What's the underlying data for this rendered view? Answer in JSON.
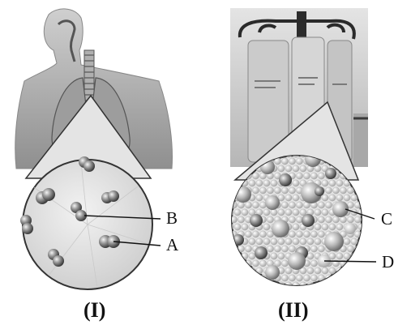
{
  "figure": {
    "panels": [
      {
        "caption": "(I)",
        "scene": "human-respiratory-system",
        "callouts": [
          {
            "label": "B"
          },
          {
            "label": "A"
          }
        ]
      },
      {
        "caption": "(II)",
        "scene": "iv-fluid-bags",
        "callouts": [
          {
            "label": "C"
          },
          {
            "label": "D"
          }
        ]
      }
    ],
    "colors": {
      "magnifier_fill": "#e6e6e6",
      "magnifier_stroke": "#333333",
      "molecule_dark": "#6a6a6a",
      "molecule_light": "#bdbdbd",
      "photo_bg": "#d8d8d8"
    }
  }
}
